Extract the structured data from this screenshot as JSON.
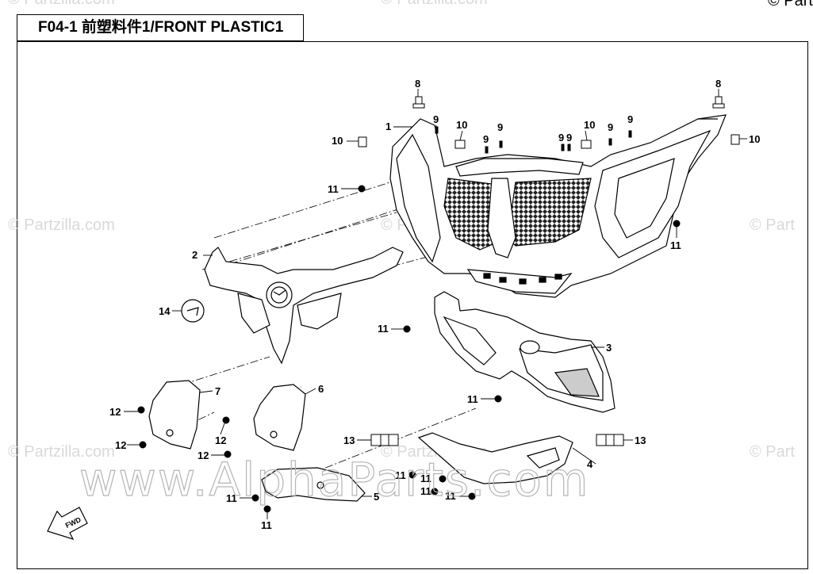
{
  "header": {
    "diagram_title": "F04-1  前塑料件1/FRONT PLASTIC1",
    "copyright": "© Part"
  },
  "watermarks": {
    "partzilla": "© Partzilla.com",
    "partzilla_partial": "© Part",
    "alpha": "www.AlphaParts.com"
  },
  "fwd_label": "FWD",
  "callouts": [
    "1",
    "2",
    "3",
    "4",
    "5",
    "6",
    "7",
    "8",
    "9",
    "10",
    "11",
    "12",
    "13",
    "14"
  ]
}
